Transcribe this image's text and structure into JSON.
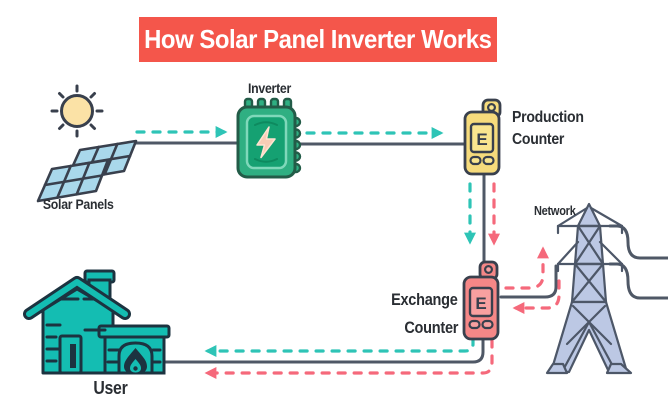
{
  "title": "How Solar Panel Inverter Works",
  "nodes": {
    "solar_panels": {
      "label": "Solar Panels"
    },
    "inverter": {
      "label": "Inverter"
    },
    "production_counter": {
      "label_line1": "Production",
      "label_line2": "Counter",
      "display": "E"
    },
    "exchange_counter": {
      "label_line1": "Exchange",
      "label_line2": "Counter",
      "display": "E"
    },
    "network": {
      "label": "Network"
    },
    "user": {
      "label": "User"
    }
  },
  "flows": [
    {
      "name": "solar-to-inverter",
      "from": "solar_panels",
      "to": "inverter",
      "style": "dashed-arrow",
      "color": "teal"
    },
    {
      "name": "inverter-to-production-counter",
      "from": "inverter",
      "to": "production_counter",
      "style": "dashed-arrow",
      "color": "teal"
    },
    {
      "name": "production-to-exchange-solar-energy",
      "from": "production_counter",
      "to": "exchange_counter",
      "style": "dashed-arrow",
      "color": "teal"
    },
    {
      "name": "production-to-exchange-grid-energy",
      "from": "production_counter",
      "to": "exchange_counter",
      "style": "dashed-arrow",
      "color": "pink"
    },
    {
      "name": "exchange-to-network-surplus",
      "from": "exchange_counter",
      "to": "network",
      "style": "dashed-arrow",
      "color": "pink"
    },
    {
      "name": "network-to-exchange-supply",
      "from": "network",
      "to": "exchange_counter",
      "style": "dashed-arrow",
      "color": "pink"
    },
    {
      "name": "exchange-to-user-solar-energy",
      "from": "exchange_counter",
      "to": "user",
      "style": "dashed-arrow",
      "color": "teal"
    },
    {
      "name": "exchange-to-user-grid-energy",
      "from": "exchange_counter",
      "to": "user",
      "style": "dashed-arrow",
      "color": "pink"
    },
    {
      "name": "physical-wiring",
      "from": "solar_panels",
      "to": "user",
      "style": "solid",
      "color": "gray"
    }
  ],
  "colors": {
    "banner_bg": "#f4564b",
    "banner_text": "#ffffff",
    "flow_teal": "#2ec4b6",
    "flow_pink": "#f5697b",
    "wire_gray": "#4f5866",
    "sun_yellow": "#fbe2a6",
    "panel_blue": "#a9d8eb",
    "inverter_green": "#2faf82",
    "inverter_inner_green": "#15a172",
    "counter_yellow": "#f6db7c",
    "counter_pink": "#f58787",
    "house_teal": "#14bdb2",
    "tower_blue": "#bcc8e4",
    "outline_dark": "#39404d",
    "label_text": "#2a2e33"
  }
}
